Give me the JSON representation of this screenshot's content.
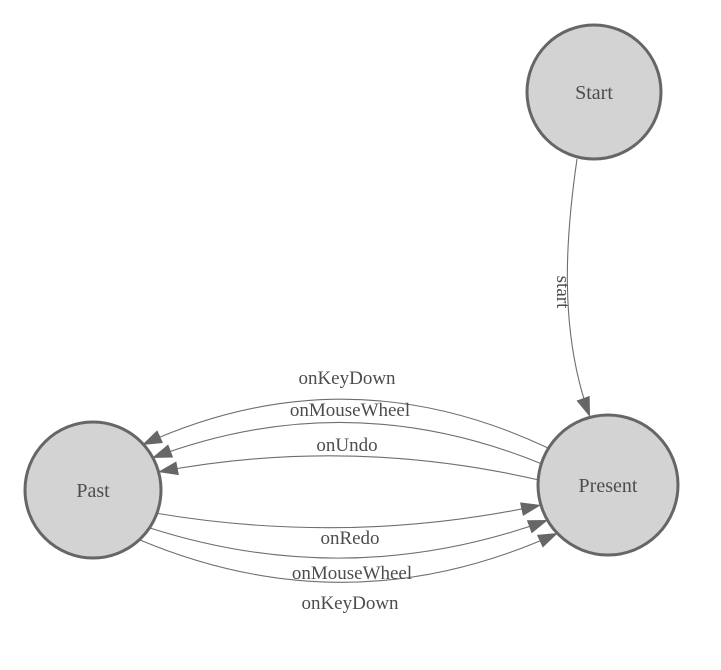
{
  "diagram": {
    "type": "state-machine",
    "background": "#ffffff",
    "colors": {
      "node_fill": "#d3d3d3",
      "node_stroke": "#666666",
      "edge_color": "#6e6e6e",
      "arrow_color": "#666666",
      "label_color": "#4d4d4d",
      "background": "#ffffff"
    },
    "nodes": [
      {
        "id": "start",
        "label": "Start"
      },
      {
        "id": "past",
        "label": "Past"
      },
      {
        "id": "present",
        "label": "Present"
      }
    ],
    "edges": [
      {
        "from": "Start",
        "to": "Present",
        "label": "start"
      },
      {
        "from": "Present",
        "to": "Past",
        "label": "onKeyDown"
      },
      {
        "from": "Present",
        "to": "Past",
        "label": "onMouseWheel"
      },
      {
        "from": "Present",
        "to": "Past",
        "label": "onUndo"
      },
      {
        "from": "Past",
        "to": "Present",
        "label": "onRedo"
      },
      {
        "from": "Past",
        "to": "Present",
        "label": "onMouseWheel"
      },
      {
        "from": "Past",
        "to": "Present",
        "label": "onKeyDown"
      }
    ]
  }
}
